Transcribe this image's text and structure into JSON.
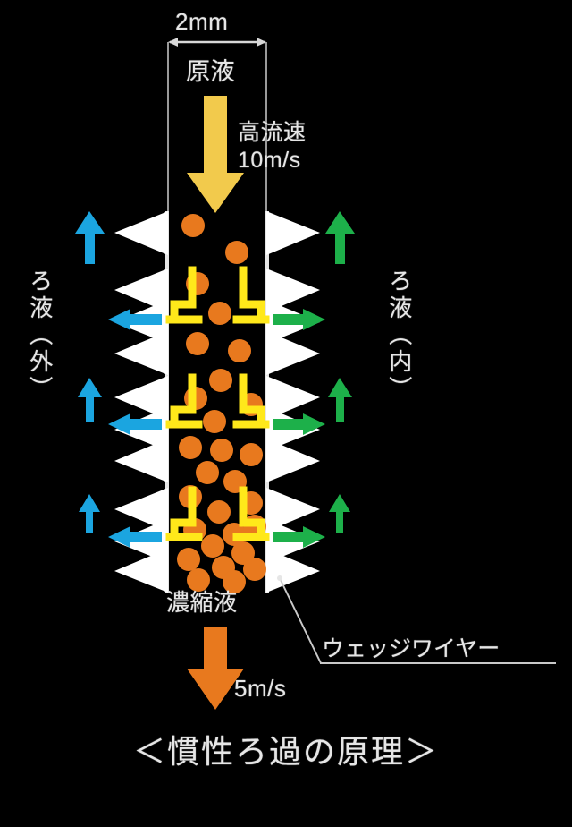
{
  "figure": {
    "title": "＜慣性ろ過の原理＞",
    "background_color": "#000000",
    "text_color": "#e6e6e6"
  },
  "dimension": {
    "label": "2mm",
    "axis": "horizontal",
    "channel_width_mm": 2
  },
  "inlet": {
    "label": "原液",
    "flow_label": "高流速\n10m/s",
    "velocity": "10m/s",
    "arrow_color": "#f2ca4c",
    "arrow_direction": "down"
  },
  "outlet": {
    "label": "濃縮液",
    "velocity": "5m/s",
    "arrow_color": "#e8791e",
    "arrow_direction": "down"
  },
  "left_side": {
    "label": "ろ液（外）",
    "arrow_color": "#1ba5e0",
    "arrow_directions": [
      "up",
      "left"
    ]
  },
  "right_side": {
    "label": "ろ液（内）",
    "arrow_color": "#1db04a",
    "arrow_directions": [
      "up",
      "right"
    ]
  },
  "callout": {
    "label": "ウェッジワイヤー",
    "leader_color": "#c9c9c9",
    "underline": true
  },
  "elements": {
    "wedge_wire_color": "#ffffff",
    "particle_color": "#e8791e",
    "filtrate_path_color": "#ffe81a",
    "particle_count": 34,
    "wedge_rows": 11
  },
  "chart_data": {
    "type": "diagram",
    "title": "＜慣性ろ過の原理＞",
    "annotations": [
      {
        "text": "2mm",
        "role": "dimension",
        "position": "top-center"
      },
      {
        "text": "原液",
        "role": "inlet-label",
        "position": "top-center"
      },
      {
        "text": "高流速",
        "role": "inlet-velocity-label",
        "position": "top-right"
      },
      {
        "text": "10m/s",
        "role": "inlet-velocity-value",
        "position": "top-right"
      },
      {
        "text": "ろ液（外）",
        "role": "side-label",
        "position": "left"
      },
      {
        "text": "ろ液（内）",
        "role": "side-label",
        "position": "right"
      },
      {
        "text": "濃縮液",
        "role": "outlet-label",
        "position": "bottom-center"
      },
      {
        "text": "5m/s",
        "role": "outlet-velocity-value",
        "position": "bottom-center"
      },
      {
        "text": "ウェッジワイヤー",
        "role": "part-callout",
        "position": "bottom-right"
      }
    ],
    "legend": [
      {
        "name": "原液 (feed)",
        "color": "#f2ca4c"
      },
      {
        "name": "ろ液（外） (filtrate outer)",
        "color": "#1ba5e0"
      },
      {
        "name": "ろ液（内） (filtrate inner)",
        "color": "#1db04a"
      },
      {
        "name": "濃縮液 (concentrate)",
        "color": "#e8791e"
      },
      {
        "name": "ウェッジワイヤー (wedge wire)",
        "color": "#ffffff"
      },
      {
        "name": "ろ液流路 (filtrate path)",
        "color": "#ffe81a"
      }
    ]
  }
}
